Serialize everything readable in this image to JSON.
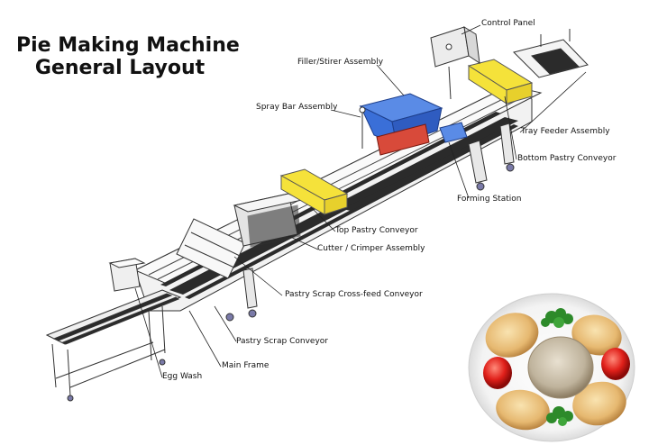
{
  "title": {
    "line1": "Pie Making Machine",
    "line2": "General Layout"
  },
  "labels": {
    "control_panel": "Control Panel",
    "filler_stirer": "Filler/Stirer Assembly",
    "spray_bar": "Spray Bar Assembly",
    "tray_feeder": "Tray Feeder Assembly",
    "bottom_pastry": "Bottom Pastry Conveyor",
    "forming_station": "Forming Station",
    "top_pastry": "Top Pastry Conveyor",
    "cutter_crimper": "Cutter / Crimper Assembly",
    "scrap_crossfeed": "Pastry Scrap Cross-feed Conveyor",
    "scrap_conveyor": "Pastry Scrap Conveyor",
    "main_frame": "Main Frame",
    "egg_wash": "Egg Wash"
  },
  "colors": {
    "frame_fill": "#f2f2f2",
    "line": "#333333",
    "belt": "#2b2b2b",
    "hopper_blue": "#3a6fd8",
    "guard_yellow": "#f5e23a",
    "red_base": "#d84a3a"
  }
}
